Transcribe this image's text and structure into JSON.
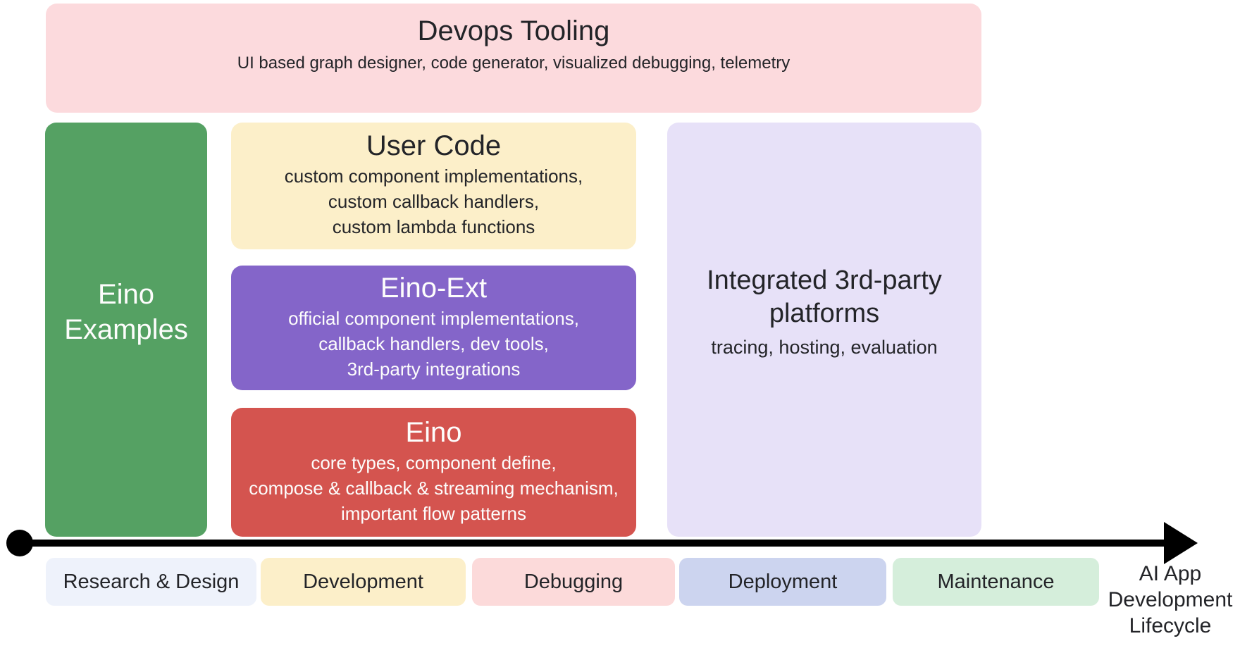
{
  "devops": {
    "title": "Devops Tooling",
    "subtitle": "UI based graph designer, code generator, visualized debugging, telemetry"
  },
  "examples": {
    "title": "Eino Examples"
  },
  "user_code": {
    "title": "User Code",
    "lines": [
      "custom component implementations,",
      "custom callback handlers,",
      "custom lambda functions"
    ]
  },
  "eino_ext": {
    "title": "Eino-Ext",
    "lines": [
      "official component implementations,",
      "callback handlers, dev tools,",
      "3rd-party integrations"
    ]
  },
  "eino": {
    "title": "Eino",
    "lines": [
      "core types, component define,",
      "compose & callback & streaming mechanism,",
      "important flow patterns"
    ]
  },
  "platforms": {
    "title": "Integrated 3rd-party platforms",
    "subtitle": "tracing, hosting, evaluation"
  },
  "timeline": {
    "axis_label": "AI App Development Lifecycle",
    "stages": [
      {
        "label": "Research & Design",
        "color": "#eef2fb"
      },
      {
        "label": "Development",
        "color": "#fcefc9"
      },
      {
        "label": "Debugging",
        "color": "#fcdada"
      },
      {
        "label": "Deployment",
        "color": "#ccd4ef"
      },
      {
        "label": "Maintenance",
        "color": "#d5eedb"
      }
    ]
  },
  "colors": {
    "devops_bg": "#fcdadd",
    "examples_bg": "#55a163",
    "user_code_bg": "#fcefc9",
    "eino_ext_bg": "#8465c9",
    "eino_bg": "#d4544f",
    "platforms_bg": "#e7e1f8",
    "axis": "#000000",
    "dark_text": "#232428",
    "light_text": "#fdfdfc"
  }
}
